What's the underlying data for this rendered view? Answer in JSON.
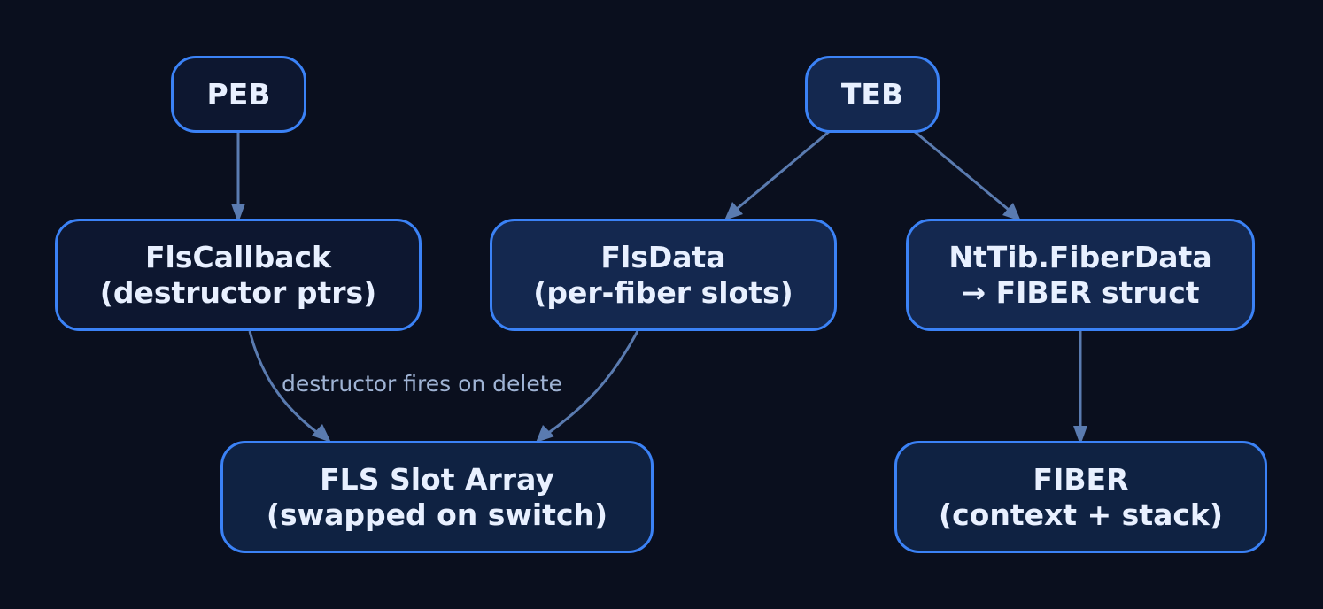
{
  "colors": {
    "background": "#0a0f1e",
    "node_border": "#3b82f6",
    "node_text": "#e8f0ff",
    "edge": "#5a7bb0",
    "edge_label": "#9fb3d4"
  },
  "nodes": {
    "peb": {
      "lines": [
        "PEB"
      ]
    },
    "teb": {
      "lines": [
        "TEB"
      ]
    },
    "flscallback": {
      "lines": [
        "FlsCallback",
        "(destructor ptrs)"
      ]
    },
    "flsdata": {
      "lines": [
        "FlsData",
        "(per-fiber slots)"
      ]
    },
    "fiberdata": {
      "lines": [
        "NtTib.FiberData",
        "→ FIBER struct"
      ]
    },
    "slotarray": {
      "lines": [
        "FLS Slot Array",
        "(swapped on switch)"
      ]
    },
    "fiber": {
      "lines": [
        "FIBER",
        "(context + stack)"
      ]
    }
  },
  "edges": [
    {
      "from": "PEB",
      "to": "FlsCallback",
      "label": ""
    },
    {
      "from": "TEB",
      "to": "FlsData",
      "label": ""
    },
    {
      "from": "TEB",
      "to": "NtTib.FiberData",
      "label": ""
    },
    {
      "from": "FlsCallback",
      "to": "FLS Slot Array",
      "label": "destructor fires on delete"
    },
    {
      "from": "FlsData",
      "to": "FLS Slot Array",
      "label": ""
    },
    {
      "from": "NtTib.FiberData",
      "to": "FIBER",
      "label": ""
    }
  ]
}
